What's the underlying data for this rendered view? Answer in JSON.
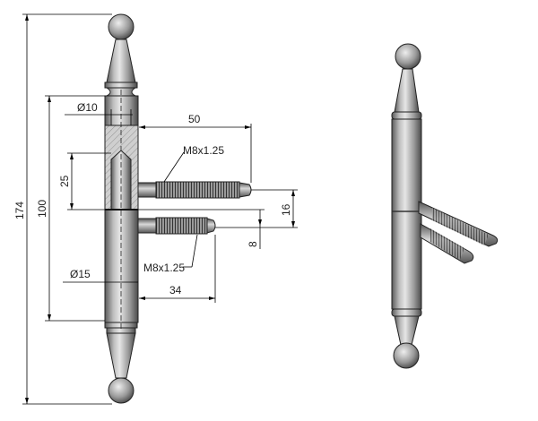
{
  "drawing": {
    "dimensions": {
      "overall_length": "174",
      "body_length": "100",
      "bore_depth": "25",
      "bore_diameter": "Ø10",
      "body_diameter": "Ø15",
      "long_pin_length": "50",
      "short_pin_length": "34",
      "pin_spacing": "16",
      "pin_offset": "8",
      "thread_upper": "M8x1.25",
      "thread_lower": "M8x1.25"
    }
  }
}
